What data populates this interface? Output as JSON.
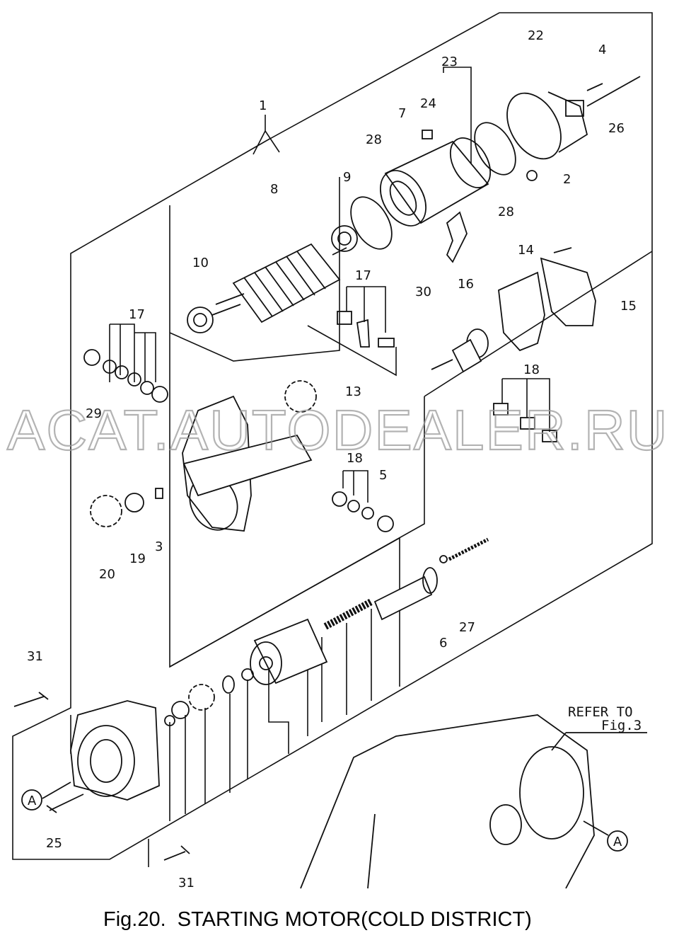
{
  "figure": {
    "caption": "Fig.20.  STARTING MOTOR(COLD DISTRICT)",
    "watermark": "ACAT.AUTODEALER.RU",
    "refer_line1": "REFER TO",
    "refer_line2": "Fig.3",
    "ref_marker": "A"
  },
  "callouts": [
    {
      "id": "1",
      "text": "1"
    },
    {
      "id": "2",
      "text": "2"
    },
    {
      "id": "3",
      "text": "3"
    },
    {
      "id": "4",
      "text": "4"
    },
    {
      "id": "5",
      "text": "5"
    },
    {
      "id": "6",
      "text": "6"
    },
    {
      "id": "7",
      "text": "7"
    },
    {
      "id": "8",
      "text": "8"
    },
    {
      "id": "9",
      "text": "9"
    },
    {
      "id": "10",
      "text": "10"
    },
    {
      "id": "13",
      "text": "13"
    },
    {
      "id": "14",
      "text": "14"
    },
    {
      "id": "15",
      "text": "15"
    },
    {
      "id": "16",
      "text": "16"
    },
    {
      "id": "17a",
      "text": "17"
    },
    {
      "id": "17b",
      "text": "17"
    },
    {
      "id": "18a",
      "text": "18"
    },
    {
      "id": "18b",
      "text": "18"
    },
    {
      "id": "19",
      "text": "19"
    },
    {
      "id": "20",
      "text": "20"
    },
    {
      "id": "22",
      "text": "22"
    },
    {
      "id": "23",
      "text": "23"
    },
    {
      "id": "24",
      "text": "24"
    },
    {
      "id": "25",
      "text": "25"
    },
    {
      "id": "26",
      "text": "26"
    },
    {
      "id": "27",
      "text": "27"
    },
    {
      "id": "28a",
      "text": "28"
    },
    {
      "id": "28b",
      "text": "28"
    },
    {
      "id": "29",
      "text": "29"
    },
    {
      "id": "30",
      "text": "30"
    },
    {
      "id": "31a",
      "text": "31"
    },
    {
      "id": "31b",
      "text": "31"
    }
  ]
}
